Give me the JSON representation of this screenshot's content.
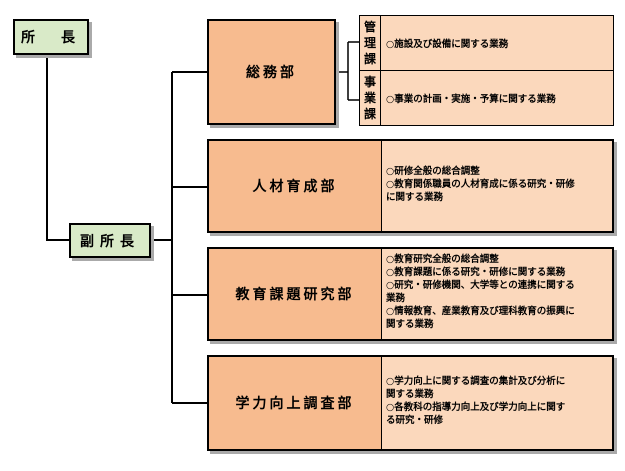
{
  "leaders": {
    "director": "所　長",
    "deputy": "副所長"
  },
  "departments": [
    {
      "name": "総務部",
      "sections": [
        {
          "name_chars": [
            "管",
            "理",
            "課"
          ],
          "duty": "○施設及び設備に関する業務"
        },
        {
          "name_chars": [
            "事",
            "業",
            "課"
          ],
          "duty": "○事業の計画・実施・予算に関する業務"
        }
      ]
    },
    {
      "name": "人材育成部",
      "duties": [
        "○研修全般の総合調整",
        "○教育関係職員の人材育成に係る研究・研修",
        "に関する業務"
      ]
    },
    {
      "name": "教育課題研究部",
      "duties": [
        "○教育研究全般の総合調整",
        "○教育課題に係る研究・研修に関する業務",
        "○研究・研修機関、大学等との連携に関する",
        "業務",
        "○情報教育、産業教育及び理科教育の振興に",
        "関する業務"
      ]
    },
    {
      "name": "学力向上調査部",
      "duties": [
        "○学力向上に関する調査の集計及び分析に",
        "関する業務",
        "○各教科の指導力向上及び学力向上に関す",
        "る研究・研修"
      ]
    }
  ]
}
